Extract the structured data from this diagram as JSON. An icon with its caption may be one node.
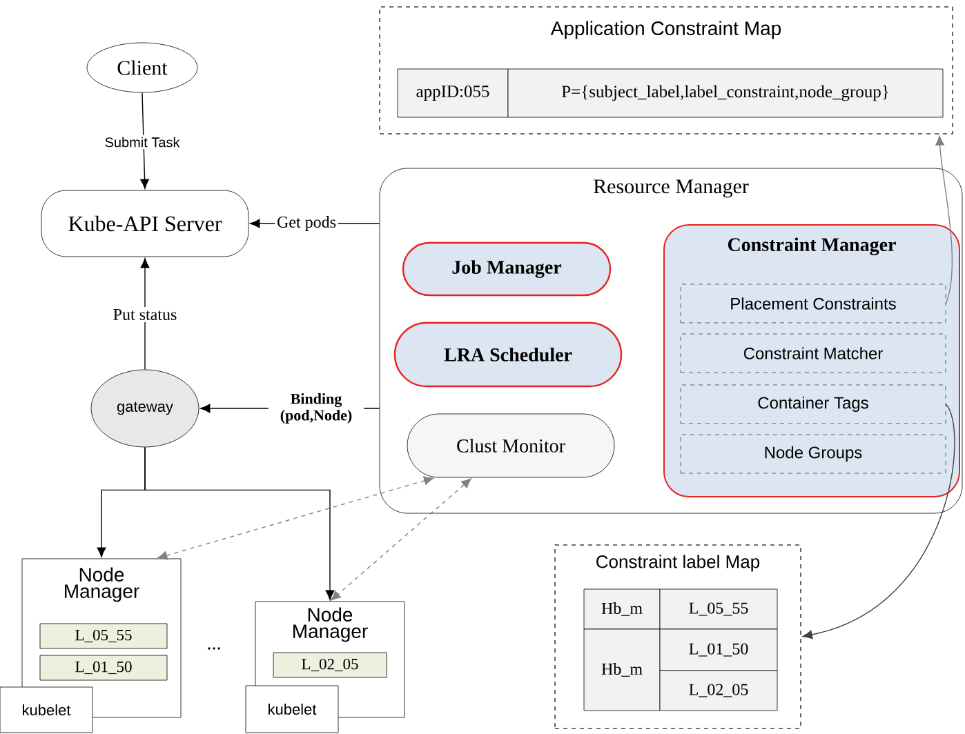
{
  "diagram": {
    "nodes": [
      {
        "text": [
          "Client"
        ]
      },
      {
        "text": [
          "Kube-API Server"
        ]
      },
      {
        "text": [
          "gateway"
        ]
      },
      {
        "text": [
          "Application Constraint Map"
        ]
      },
      {
        "text": [
          "appID:055"
        ],
        "in": 3
      },
      {
        "text": [
          "P={subject_label,label_constraint,node_group}"
        ],
        "in": 3
      },
      {
        "text": [
          "Resource Manager"
        ]
      },
      {
        "text": [
          "Job Manager"
        ],
        "in": 6
      },
      {
        "text": [
          "LRA Scheduler"
        ],
        "in": 6
      },
      {
        "text": [
          "Clust Monitor"
        ],
        "in": 6
      },
      {
        "text": [
          "Constraint Manager"
        ],
        "in": 6
      },
      {
        "text": [
          "Placement Constraints"
        ],
        "in": 10
      },
      {
        "text": [
          "Constraint Matcher"
        ],
        "in": 10
      },
      {
        "text": [
          "Container Tags"
        ],
        "in": 10
      },
      {
        "text": [
          "Node Groups"
        ],
        "in": 10
      },
      {
        "text": [
          "Node Manager"
        ]
      },
      {
        "text": [
          "L_05_55"
        ],
        "in": 15
      },
      {
        "text": [
          "L_01_50"
        ],
        "in": 15
      },
      {
        "text": [
          "kubelet"
        ]
      },
      {
        "text": [
          "Node Manager"
        ]
      },
      {
        "text": [
          "L_02_05"
        ],
        "in": 19
      },
      {
        "text": [
          "kubelet"
        ]
      },
      {
        "text": [
          "Constraint label Map"
        ]
      },
      {
        "text": [
          "Hb_m"
        ],
        "in": 22
      },
      {
        "text": [
          "L_05_55"
        ],
        "in": 22
      },
      {
        "text": [
          "Hb_m"
        ],
        "in": 22
      },
      {
        "text": [
          "L_01_50"
        ],
        "in": 22
      },
      {
        "text": [
          "L_02_05"
        ],
        "in": 22
      }
    ],
    "edges": [
      {
        "from": 0,
        "to": 1,
        "arrow": "to",
        "label": "Submit Task"
      },
      {
        "from": 6,
        "to": 1,
        "arrow": "to",
        "label": "Get pods"
      },
      {
        "from": 2,
        "to": 1,
        "arrow": "to",
        "label": "Put status"
      },
      {
        "from": 6,
        "to": 2,
        "arrow": "to",
        "label": "Binding (pod,Node)"
      },
      {
        "from": 2,
        "to": 15,
        "arrow": "to"
      },
      {
        "from": 2,
        "to": 19,
        "arrow": "to"
      },
      {
        "from": 9,
        "to": 15,
        "arrow": "both",
        "style": "dashed",
        "color": "#808080"
      },
      {
        "from": 9,
        "to": 19,
        "arrow": "both",
        "style": "dashed",
        "color": "#808080"
      },
      {
        "from": 13,
        "to": 22,
        "arrow": "to",
        "color": "#404040"
      },
      {
        "from": 11,
        "to": 3,
        "arrow": "to",
        "color": "#808080"
      }
    ],
    "labels": [
      "..."
    ]
  }
}
